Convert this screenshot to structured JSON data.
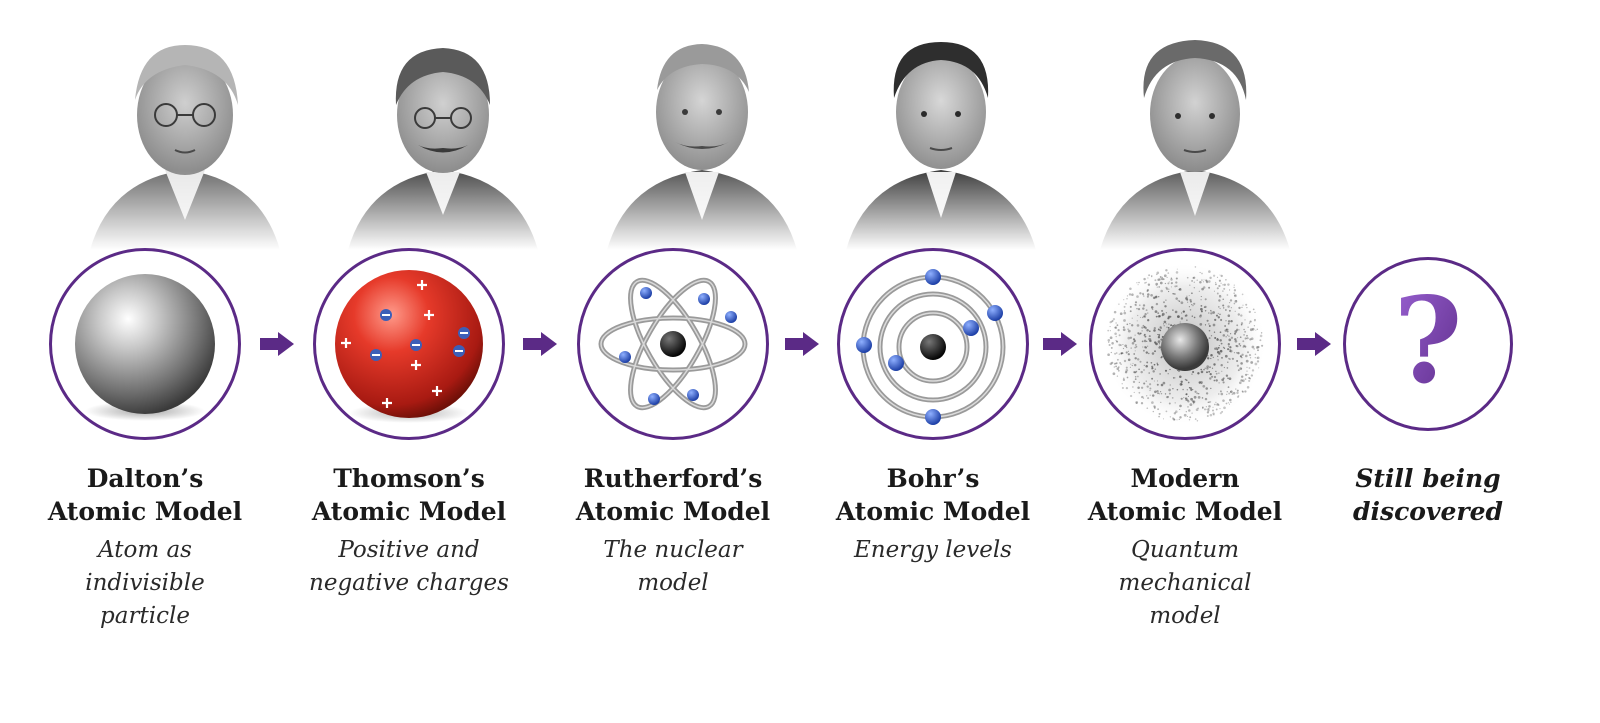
{
  "accent_color": "#5b2a86",
  "models": [
    {
      "id": "dalton",
      "title": "Dalton’s\nAtomic Model",
      "description": "Atom as\nindivisible\nparticle",
      "icon": "solid-sphere-icon",
      "portrait": "dalton-portrait"
    },
    {
      "id": "thomson",
      "title": "Thomson’s\nAtomic Model",
      "description": "Positive and\nnegative charges",
      "icon": "plum-pudding-icon",
      "portrait": "thomson-portrait"
    },
    {
      "id": "rutherford",
      "title": "Rutherford’s\nAtomic Model",
      "description": "The nuclear\nmodel",
      "icon": "nuclear-atom-icon",
      "portrait": "rutherford-portrait"
    },
    {
      "id": "bohr",
      "title": "Bohr’s\nAtomic Model",
      "description": "Energy levels",
      "icon": "orbit-levels-icon",
      "portrait": "bohr-portrait"
    },
    {
      "id": "modern",
      "title": "Modern\nAtomic Model",
      "description": "Quantum\nmechanical\nmodel",
      "icon": "electron-cloud-icon",
      "portrait": "schrodinger-portrait"
    },
    {
      "id": "future",
      "title": "Still being\ndiscovered",
      "description": "",
      "icon": "question-mark-icon",
      "portrait": ""
    }
  ]
}
